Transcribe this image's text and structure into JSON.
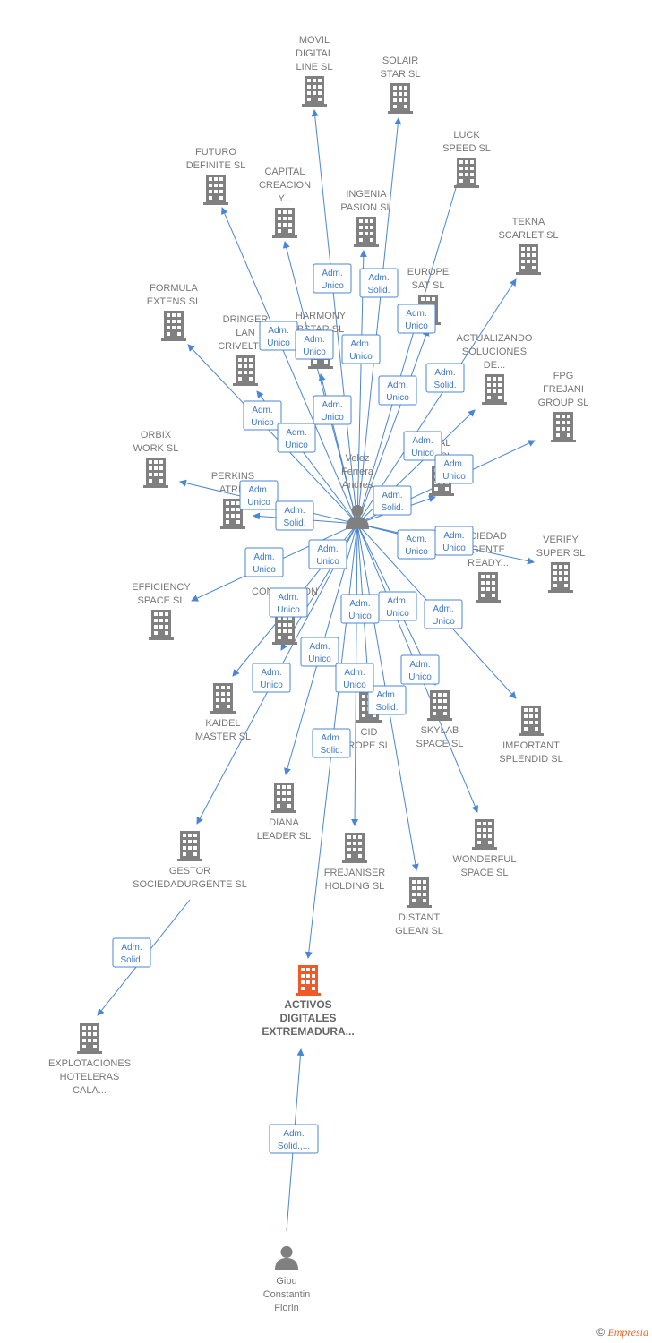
{
  "colors": {
    "edge": "#4a86d4",
    "building": "#808080",
    "highlight": "#f05a28",
    "person": "#808080"
  },
  "persons": {
    "velez": {
      "lines": [
        "Velez",
        "Ferrera",
        "Andres"
      ]
    },
    "gibu": {
      "lines": [
        "Gibu",
        "Constantin",
        "Florin"
      ]
    }
  },
  "companies": [
    {
      "id": "movil",
      "lines": [
        "MOVIL",
        "DIGITAL",
        "LINE SL"
      ]
    },
    {
      "id": "solair",
      "lines": [
        "SOLAIR",
        "STAR SL"
      ]
    },
    {
      "id": "luck",
      "lines": [
        "LUCK",
        "SPEED SL"
      ]
    },
    {
      "id": "futuro",
      "lines": [
        "FUTURO",
        "DEFINITE SL"
      ]
    },
    {
      "id": "capital",
      "lines": [
        "CAPITAL",
        "CREACION",
        "Y..."
      ]
    },
    {
      "id": "ingenia",
      "lines": [
        "INGENIA",
        "PASION SL"
      ]
    },
    {
      "id": "tekna",
      "lines": [
        "TEKNA",
        "SCARLET SL"
      ]
    },
    {
      "id": "europe",
      "lines": [
        "EUROPE",
        "SAT SL"
      ]
    },
    {
      "id": "formula",
      "lines": [
        "FORMULA",
        "EXTENS SL"
      ]
    },
    {
      "id": "dringer",
      "lines": [
        "DRINGER",
        "LAN",
        "CRIVELTRU"
      ]
    },
    {
      "id": "harmony",
      "lines": [
        "HARMONY",
        "BSTAR SL"
      ]
    },
    {
      "id": "actualizando",
      "lines": [
        "ACTUALIZANDO",
        "SOLUCIONES",
        "DE..."
      ]
    },
    {
      "id": "fpg",
      "lines": [
        "FPG",
        "FREJANI",
        "GROUP SL"
      ]
    },
    {
      "id": "orbix",
      "lines": [
        "ORBIX",
        "WORK SL"
      ]
    },
    {
      "id": "sal",
      "lines": [
        "SAL",
        "D SL"
      ]
    },
    {
      "id": "perkins",
      "lines": [
        "PERKINS",
        "ATRIL"
      ]
    },
    {
      "id": "sociedad",
      "lines": [
        "CIEDAD",
        "GENTE",
        "READY..."
      ]
    },
    {
      "id": "verify",
      "lines": [
        "VERIFY",
        "SUPER SL"
      ]
    },
    {
      "id": "efficiency",
      "lines": [
        "EFFICIENCY",
        "SPACE SL"
      ]
    },
    {
      "id": "connection",
      "lines": [
        "CONNECTION",
        "REA"
      ]
    },
    {
      "id": "kaidel",
      "lines": [
        "KAIDEL",
        "MASTER SL"
      ]
    },
    {
      "id": "cid",
      "lines": [
        "CID",
        "ROPE SL"
      ]
    },
    {
      "id": "skylab",
      "lines": [
        "SKYLAB",
        "SPACE SL"
      ]
    },
    {
      "id": "important",
      "lines": [
        "IMPORTANT",
        "SPLENDID SL"
      ]
    },
    {
      "id": "diana",
      "lines": [
        "DIANA",
        "LEADER SL"
      ]
    },
    {
      "id": "wonderful",
      "lines": [
        "WONDERFUL",
        "SPACE SL"
      ]
    },
    {
      "id": "gestor",
      "lines": [
        "GESTOR",
        "SOCIEDADURGENTE SL"
      ]
    },
    {
      "id": "frejaniser",
      "lines": [
        "FREJANISER",
        "HOLDING SL"
      ]
    },
    {
      "id": "distant",
      "lines": [
        "DISTANT",
        "GLEAN SL"
      ]
    },
    {
      "id": "explotaciones",
      "lines": [
        "EXPLOTACIONES",
        "HOTELERAS",
        "CALA..."
      ]
    },
    {
      "id": "activos",
      "lines": [
        "ACTIVOS",
        "DIGITALES",
        "EXTREMADURA..."
      ],
      "main": true
    }
  ],
  "edges": [
    {
      "from": "velez",
      "to": "movil",
      "badge": [
        "Adm.",
        "Unico"
      ]
    },
    {
      "from": "velez",
      "to": "solair",
      "badge": [
        "Adm.",
        "Solid."
      ]
    },
    {
      "from": "velez",
      "to": "luck",
      "badge": [
        "Adm.",
        "Unico"
      ]
    },
    {
      "from": "velez",
      "to": "futuro",
      "badge": [
        "Adm.",
        "Unico"
      ]
    },
    {
      "from": "velez",
      "to": "capital",
      "badge": [
        "Adm.",
        "Unico"
      ]
    },
    {
      "from": "velez",
      "to": "ingenia",
      "badge": [
        "Adm.",
        "Unico"
      ]
    },
    {
      "from": "velez",
      "to": "tekna",
      "badge": [
        "Adm.",
        "Solid."
      ]
    },
    {
      "from": "velez",
      "to": "europe",
      "badge": [
        "Adm.",
        "Unico"
      ]
    },
    {
      "from": "velez",
      "to": "formula",
      "badge": [
        "Adm.",
        "Unico"
      ]
    },
    {
      "from": "velez",
      "to": "dringer",
      "badge": [
        "Adm.",
        "Unico"
      ]
    },
    {
      "from": "velez",
      "to": "harmony",
      "badge": [
        "Adm.",
        "Unico"
      ]
    },
    {
      "from": "velez",
      "to": "actualizando",
      "badge": [
        "Adm.",
        "Unico"
      ]
    },
    {
      "from": "velez",
      "to": "fpg",
      "badge": [
        "Adm.",
        "Unico"
      ]
    },
    {
      "from": "velez",
      "to": "orbix",
      "badge": [
        "Adm.",
        "Unico"
      ]
    },
    {
      "from": "velez",
      "to": "sal",
      "badge": [
        "Adm.",
        "Solid."
      ]
    },
    {
      "from": "velez",
      "to": "perkins",
      "badge": [
        "Adm.",
        "Solid."
      ]
    },
    {
      "from": "velez",
      "to": "sociedad",
      "badge": [
        "Adm.",
        "Unico"
      ]
    },
    {
      "from": "velez",
      "to": "verify",
      "badge": [
        "Adm.",
        "Unico"
      ]
    },
    {
      "from": "velez",
      "to": "efficiency",
      "badge": [
        "Adm.",
        "Unico"
      ]
    },
    {
      "from": "velez",
      "to": "connection",
      "badge": [
        "Adm.",
        "Unico"
      ]
    },
    {
      "from": "velez",
      "to": "kaidel",
      "badge": [
        "Adm.",
        "Unico"
      ]
    },
    {
      "from": "velez",
      "to": "cid",
      "badge": [
        "Adm.",
        "Unico"
      ]
    },
    {
      "from": "velez",
      "to": "skylab",
      "badge": [
        "Adm.",
        "Unico"
      ]
    },
    {
      "from": "velez",
      "to": "important",
      "badge": [
        "Adm.",
        "Unico"
      ]
    },
    {
      "from": "velez",
      "to": "diana",
      "badge": [
        "Adm.",
        "Unico"
      ]
    },
    {
      "from": "velez",
      "to": "wonderful",
      "badge": [
        "Adm.",
        "Solid."
      ]
    },
    {
      "from": "velez",
      "to": "gestor",
      "badge": [
        "Adm.",
        "Unico"
      ]
    },
    {
      "from": "velez",
      "to": "frejaniser",
      "badge": [
        "Adm.",
        "Unico"
      ]
    },
    {
      "from": "velez",
      "to": "distant",
      "badge": [
        "Adm.",
        "Unico"
      ]
    },
    {
      "from": "velez",
      "to": "activos",
      "badge": [
        "Adm.",
        "Solid."
      ]
    },
    {
      "from": "gestor",
      "to": "explotaciones",
      "badge": [
        "Adm.",
        "Solid."
      ]
    },
    {
      "from": "gibu",
      "to": "activos",
      "badge": [
        "Adm.",
        "Solid.,..."
      ]
    }
  ],
  "footer": {
    "copyright": "©",
    "brand": "Empresia"
  }
}
